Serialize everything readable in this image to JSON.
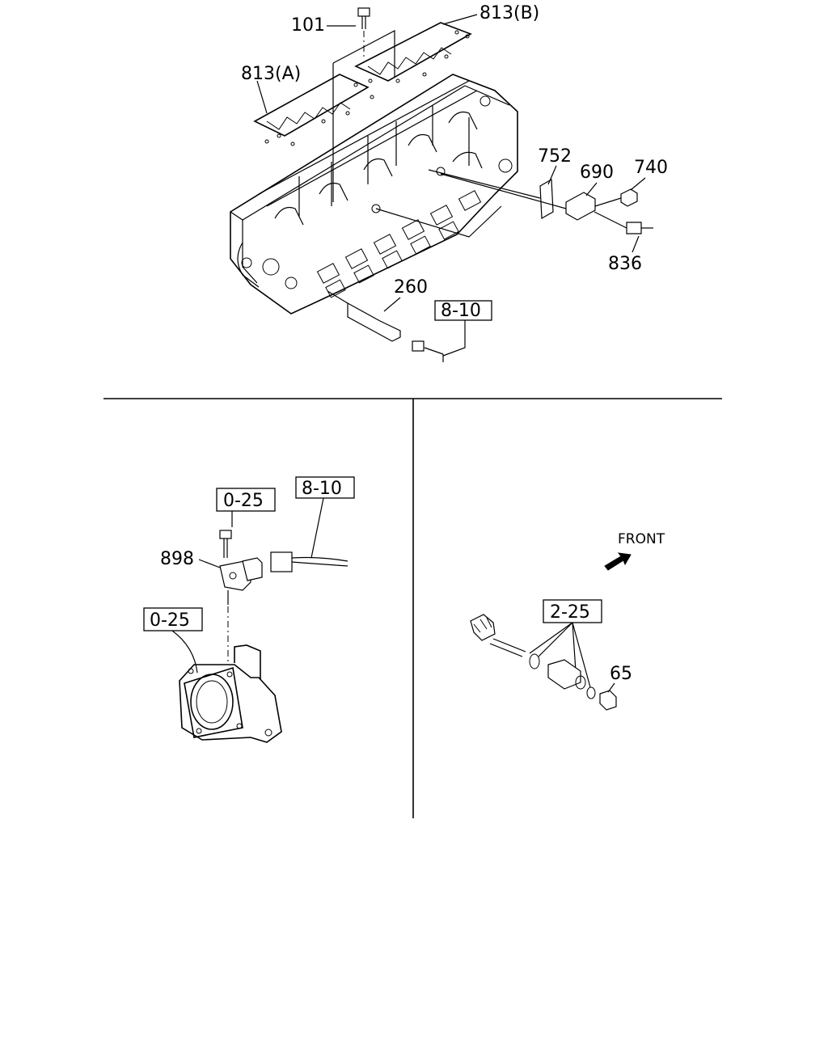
{
  "diagram": {
    "callouts": {
      "p101": "101",
      "p813b": "813(B)",
      "p813a": "813(A)",
      "p752": "752",
      "p690": "690",
      "p740": "740",
      "p836": "836",
      "p260": "260",
      "p898": "898",
      "p65": "65"
    },
    "references": {
      "ref_8_10_top": "8-10",
      "ref_0_25_upper": "0-25",
      "ref_8_10_left": "8-10",
      "ref_0_25_lower": "0-25",
      "ref_2_25": "2-25"
    },
    "front_label": "FRONT"
  }
}
